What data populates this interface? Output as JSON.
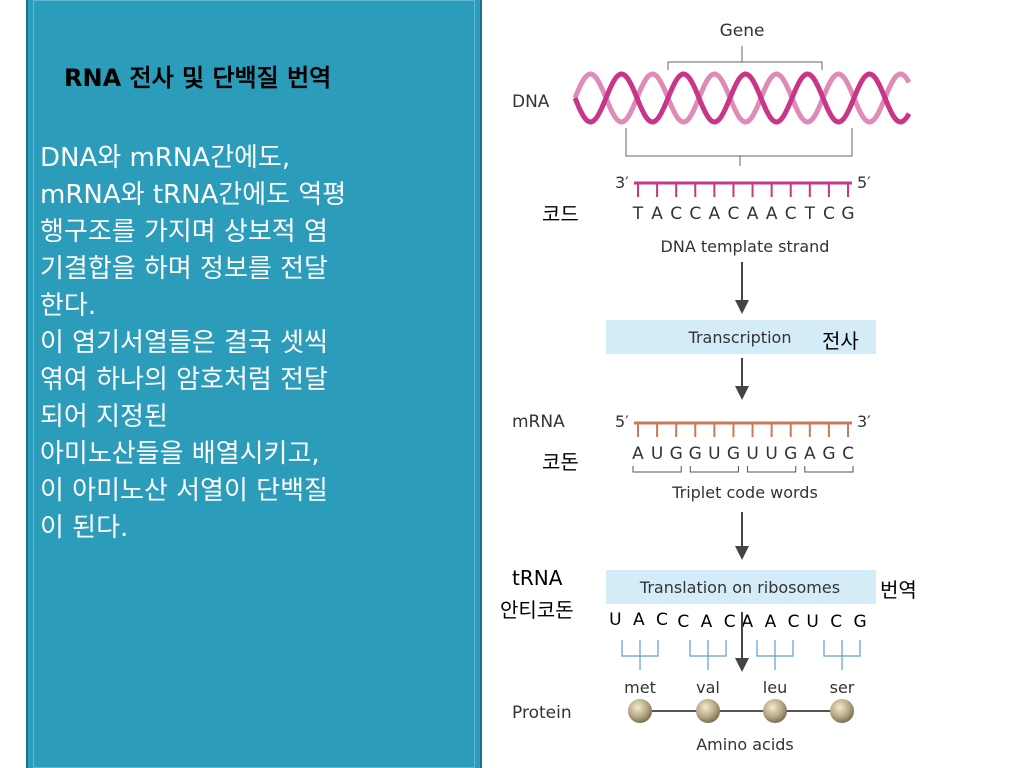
{
  "title": "RNA 전사 및 단백질 번역",
  "body_lines": [
    "DNA와 mRNA간에도,",
    "mRNA와 tRNA간에도 역평",
    "행구조를 가지며 상보적 염",
    "기결합을 하며 정보를 전달",
    "한다.",
    " 이 염기서열들은 결국 셋씩",
    "엮여 하나의 암호처럼 전달",
    "되어 지정된",
    "아미노산들을 배열시키고,",
    "이 아미노산 서열이 단백질",
    "이 된다."
  ],
  "diagram": {
    "gene_label": "Gene",
    "dna_label": "DNA",
    "dna_template": {
      "end3": "3′",
      "end5": "5′",
      "sequence": [
        "T",
        "A",
        "C",
        "C",
        "A",
        "C",
        "A",
        "A",
        "C",
        "T",
        "C",
        "G"
      ],
      "caption": "DNA template strand",
      "kor_label": "코드"
    },
    "transcription": {
      "label": "Transcription",
      "kor_label": "전사"
    },
    "mrna": {
      "label": "mRNA",
      "end5": "5′",
      "end3": "3′",
      "sequence": [
        "A",
        "U",
        "G",
        "G",
        "U",
        "G",
        "U",
        "U",
        "G",
        "A",
        "G",
        "C"
      ],
      "caption": "Triplet code words",
      "kor_label": "코돈"
    },
    "translation": {
      "label": "Translation on ribosomes",
      "kor_label": "번역",
      "trna_label": "tRNA",
      "anticodon_label": "안티코돈",
      "anticodons": [
        "U A C",
        "C A C",
        "A A C",
        "U C G"
      ]
    },
    "protein": {
      "label": "Protein",
      "amino_acids": [
        "met",
        "val",
        "leu",
        "ser"
      ],
      "caption": "Amino acids"
    },
    "colors": {
      "helix": "#c8368a",
      "dna_strand": "#c8368a",
      "mrna_strand": "#c97a5a",
      "process_box": "#d4ecf8",
      "panel": "#2c9cbb",
      "bracket": "#5aa0d0"
    }
  }
}
